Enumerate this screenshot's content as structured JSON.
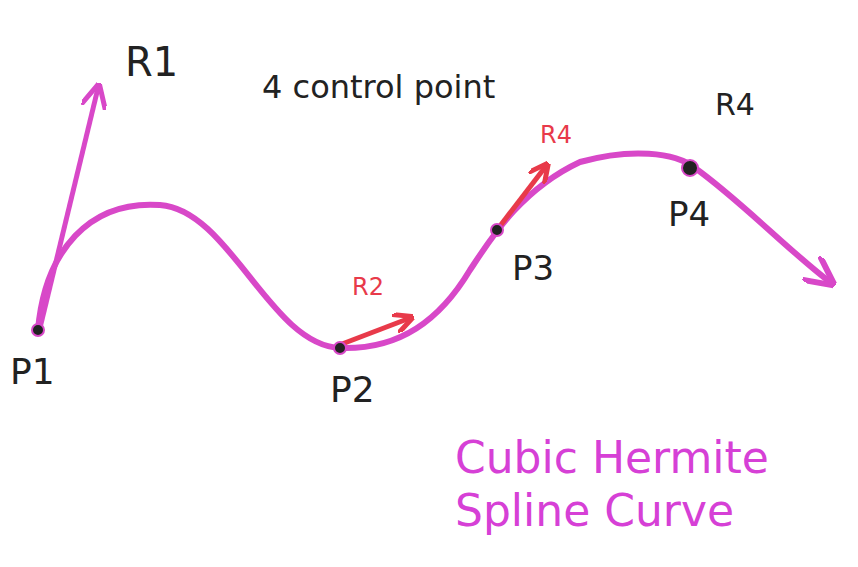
{
  "diagram": {
    "caption": "Cubic Hermite Spline Curve",
    "labels": [
      "R1",
      "4 control point",
      "R4",
      "R4",
      "P1",
      "P2",
      "P3",
      "P4",
      "R2"
    ]
  }
}
